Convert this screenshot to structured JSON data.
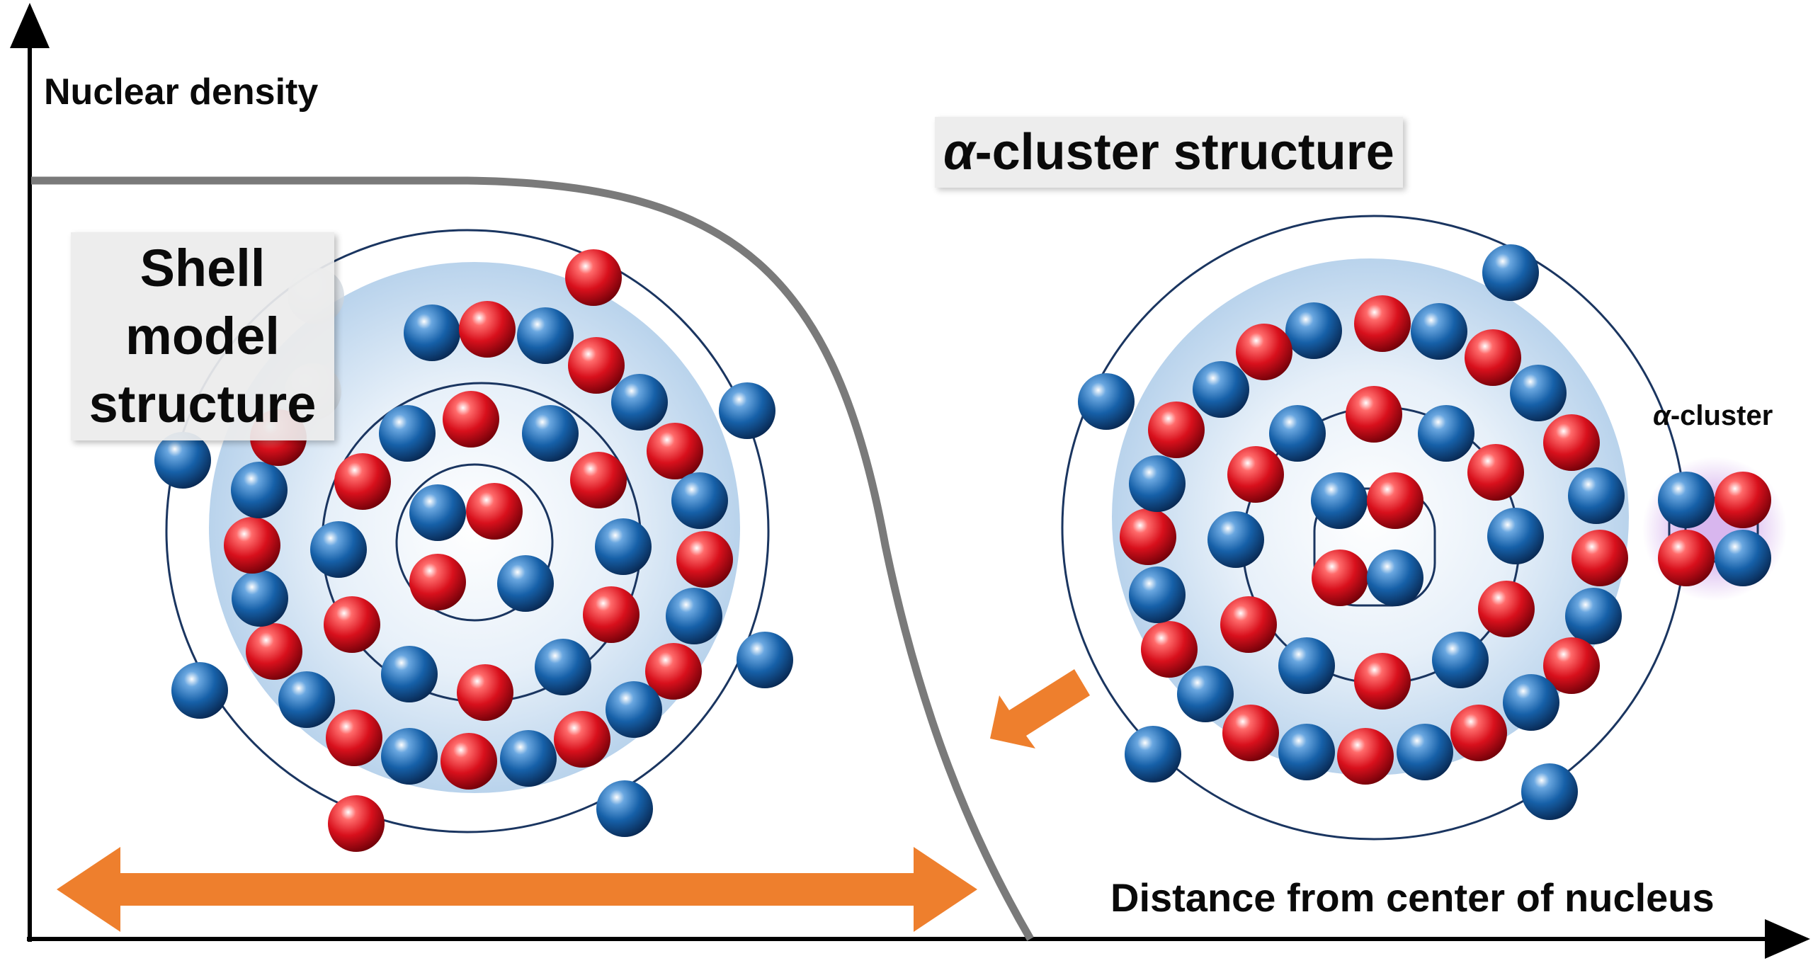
{
  "labels": {
    "y_axis": "Nuclear density",
    "x_axis": "Distance from center of nucleus",
    "shell_model": [
      "Shell",
      "model",
      "structure"
    ],
    "alpha_title_symbol": "α",
    "alpha_title_rest": "-cluster structure",
    "alpha_cluster_symbol": "α",
    "alpha_cluster_rest": "-cluster"
  },
  "colors": {
    "proton": "#d8101c",
    "neutron": "#1660a8",
    "density_curve": "#7a7a7a",
    "arrow": "#ee7f2d",
    "orbit": "#1a3560",
    "halo": "#b9d3ec",
    "alpha_halo": "#c79ae4",
    "axis": "#000000"
  },
  "icons": {
    "proton": "proton-sphere-icon",
    "neutron": "neutron-sphere-icon",
    "range_arrow": "double-headed-arrow-icon",
    "transition_arrow": "arrow-down-left-icon"
  }
}
